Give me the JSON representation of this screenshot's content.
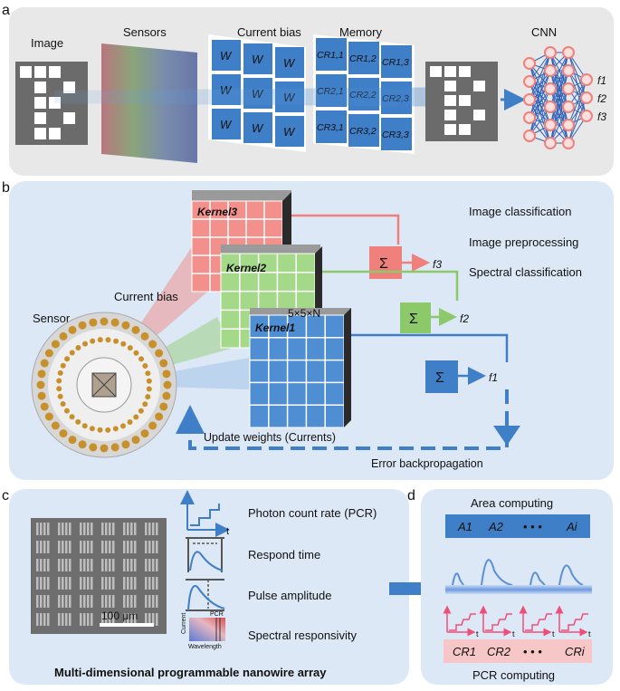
{
  "panel_a": {
    "letter": "a",
    "image_label": "Image",
    "sensors_label": "Sensors",
    "current_bias_label": "Current bias",
    "memory_label": "Memory",
    "cnn_label": "CNN",
    "weight_symbol": "W",
    "memory_cells": [
      "CR1,1",
      "CR1,2",
      "CR1,3",
      "CR2,1",
      "CR2,2",
      "CR2,3",
      "CR3,1",
      "CR3,2",
      "CR3,3"
    ],
    "outputs": [
      "f1",
      "f2",
      "f3"
    ]
  },
  "panel_b": {
    "letter": "b",
    "tasks": [
      "Image classification",
      "Image preprocessing",
      "Spectral classification"
    ],
    "kernels": [
      "Kernel3",
      "Kernel2",
      "Kernel1"
    ],
    "sum_symbol": "Σ",
    "outputs": [
      "f3",
      "f2",
      "f1"
    ],
    "kernel_dims": "5×5×N",
    "current_bias_label": "Current bias",
    "sensor_label": "Sensor",
    "update_label": "Update weights (Currents)",
    "error_label": "Error backpropagation"
  },
  "panel_c": {
    "letter": "c",
    "scale_bar": "100 μm",
    "features": [
      "Photon count rate (PCR)",
      "Respond time",
      "Pulse amplitude",
      "Spectral responsivity"
    ],
    "mini_t": "t",
    "mini_pcr": "PCR",
    "mini_current": "Current",
    "mini_wavelength": "Wavelength",
    "caption": "Multi-dimensional programmable nanowire array"
  },
  "panel_d": {
    "letter": "d",
    "area_title": "Area computing",
    "area_cells": [
      "A1",
      "A2",
      "Ai"
    ],
    "pcr_cells": [
      "CR1",
      "CR2",
      "CRi"
    ],
    "ellipsis": "• • •",
    "t_label": "t",
    "pcr_title": "PCR computing"
  },
  "colors": {
    "blue": "#3f7fc8",
    "red": "#f0807c",
    "green": "#8cc96a",
    "panel_gray": "#e8e8e8",
    "panel_blue": "#dce8f5",
    "pink": "#ee4f7a"
  }
}
